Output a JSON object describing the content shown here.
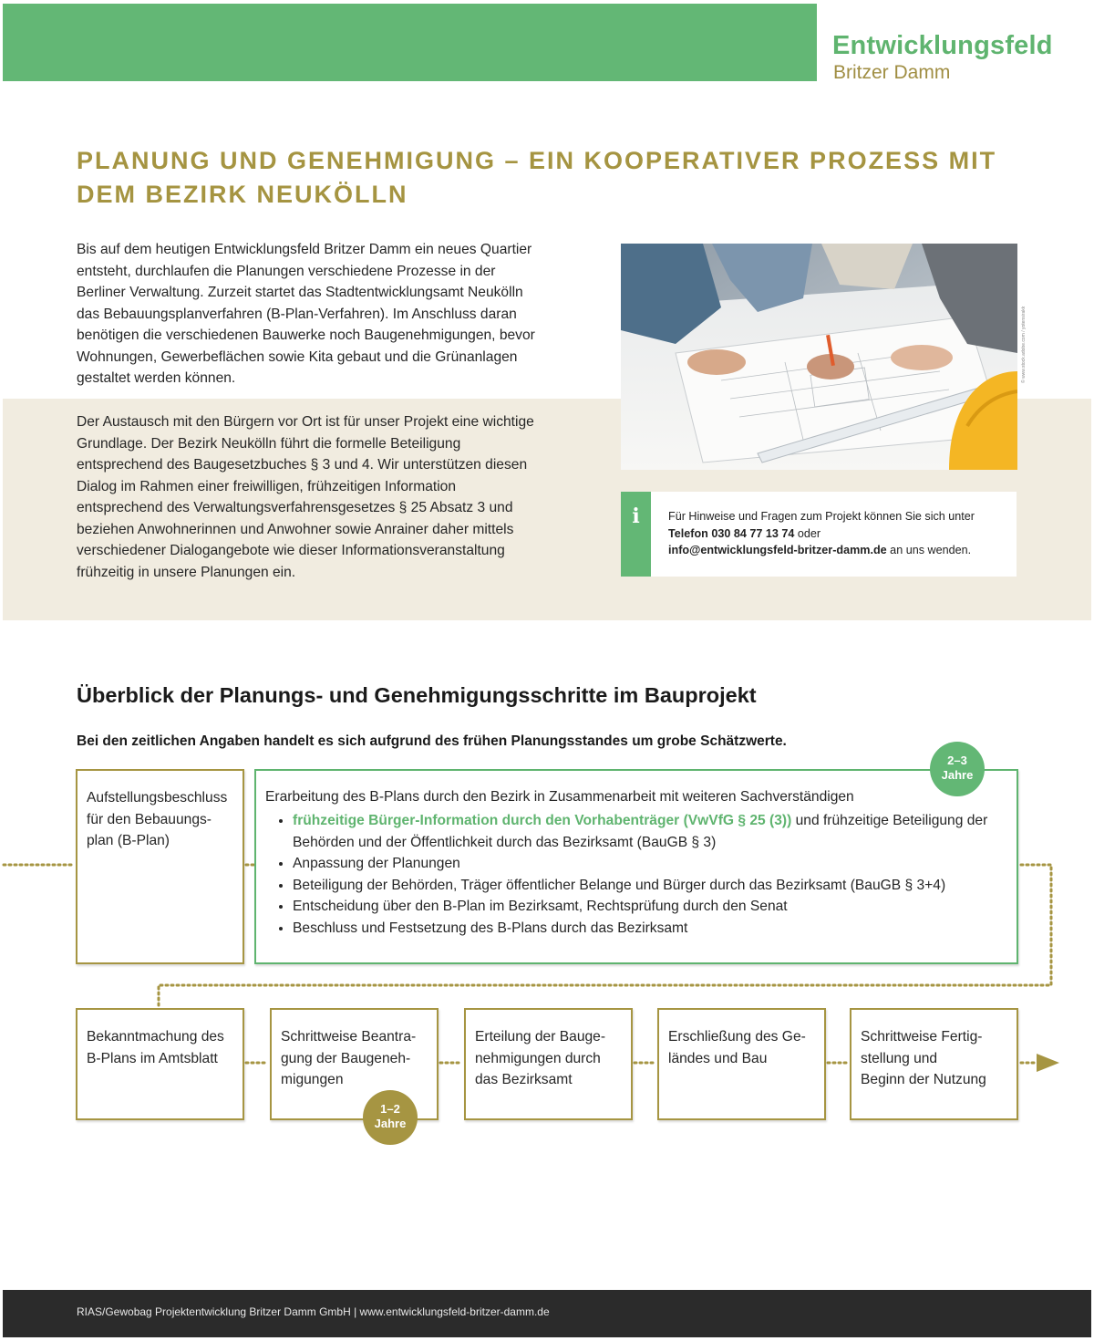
{
  "brand": {
    "title": "Entwicklungsfeld",
    "subtitle": "Britzer Damm",
    "colors": {
      "green": "#63b775",
      "gold": "#a69542",
      "beige": "#f1ece0"
    }
  },
  "headline": "Planung und Genehmigung – ein kooperativer Prozess mit dem Bezirk Neukölln",
  "intro": {
    "p1": "Bis auf dem heutigen Entwicklungsfeld Britzer Damm ein neues Quartier entsteht, durchlaufen die Planungen verschiedene Prozesse in der Berliner Verwaltung. Zurzeit startet das Stadtentwicklungsamt Neukölln das Bebauungsplanverfahren (B-Plan-Verfahren). Im Anschluss daran benötigen die verschiedenen Bauwerke noch Baugenehmigungen, bevor Wohnungen, Gewerbeflächen sowie Kita gebaut und die Grünanlagen gestaltet werden können.",
    "p2": "Der Austausch mit den Bürgern vor Ort ist für unser Projekt eine wichtige Grundlage. Der Bezirk Neukölln führt die formelle Beteiligung entsprechend des Baugesetzbuches § 3 und 4. Wir unterstützen diesen Dialog im Rahmen einer freiwilligen, frühzeitigen Information entsprechend des Verwaltungsverfahrensgesetzes § 25 Absatz 3 und beziehen Anwohnerinnen und Anwohner sowie Anrainer daher mittels verschiedener Dialogangebote wie dieser Informationsveranstaltung frühzeitig in unsere Planungen ein."
  },
  "photo": {
    "credit": "© www.stock.adobe.com / yotensirakk",
    "icon": "photo-icon"
  },
  "info": {
    "icon": "info-icon",
    "icon_glyph": "i",
    "line1": "Für Hinweise und Fragen zum Projekt können Sie sich unter",
    "phone": "Telefon 030 84 77 13 74",
    "phone_suffix": " oder",
    "email": "info@entwicklungsfeld-britzer-damm.de",
    "email_suffix": " an uns wenden."
  },
  "overview": {
    "title": "Überblick der Planungs- und Genehmigungsschritte im Bauprojekt",
    "note": "Bei den zeitlichen Angaben handelt es sich aufgrund des frühen Planungsstandes um grobe Schätzwerte."
  },
  "steps": {
    "a": "Aufstellungsbeschluss\nfür den Bebauungs-\nplan (B-Plan)",
    "b": {
      "head": "Erarbeitung des B-Plans durch den Bezirk in Zusammenarbeit mit weiteren Sachverständigen",
      "items": [
        {
          "highlight": "frühzeitige Bürger-Information durch den Vorhabenträger (VwVfG § 25 (3))",
          "rest": " und frühzeitige Beteiligung der Behörden und der Öffentlichkeit durch das Bezirksamt (BauGB § 3)"
        },
        {
          "highlight": "",
          "rest": "Anpassung der Planungen"
        },
        {
          "highlight": "",
          "rest": "Beteiligung der Behörden, Träger öffentlicher Belange und Bürger durch das Bezirksamt (BauGB § 3+4)"
        },
        {
          "highlight": "",
          "rest": "Entscheidung über den B-Plan im Bezirksamt, Rechtsprüfung durch den Senat"
        },
        {
          "highlight": "",
          "rest": "Beschluss und Festsetzung des B-Plans durch das Bezirksamt"
        }
      ]
    },
    "c": "Bekanntmachung des\nB-Plans im Amtsblatt",
    "d": "Schrittweise Beantra-\ngung der Baugeneh-\nmigungen",
    "e": "Erteilung der Bauge-\nnehmigungen durch\ndas Bezirksamt",
    "f": "Erschließung des Ge-\nländes und Bau",
    "g": "Schrittweise Fertig-\nstellung und\nBeginn der Nutzung"
  },
  "badges": {
    "one": {
      "line1": "2–3",
      "line2": "Jahre"
    },
    "two": {
      "line1": "1–2",
      "line2": "Jahre"
    }
  },
  "footer": {
    "text": "RIAS/Gewobag Projektentwicklung Britzer Damm GmbH | www.entwicklungsfeld-britzer-damm.de"
  }
}
